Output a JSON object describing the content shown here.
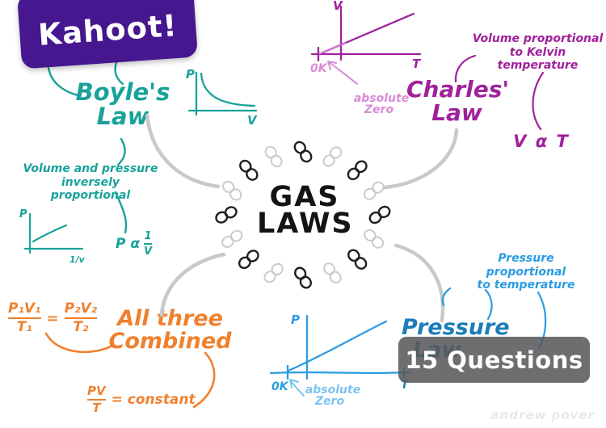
{
  "kahoot_logo": {
    "text": "Kahoot!",
    "bg_color": "#46178f",
    "text_color": "#ffffff"
  },
  "question_badge": {
    "label": "15 Questions",
    "bg_color": "#58585b",
    "text_color": "#ffffff"
  },
  "watermark": {
    "text": "andrew pover",
    "color": "#e8e8e8"
  },
  "center": {
    "title_line1": "GAS",
    "title_line2": "LAWS",
    "text_color": "#141414",
    "molecules": {
      "count": 16,
      "colors": [
        "#1f1f1f",
        "#cbcbcb"
      ]
    }
  },
  "boyles": {
    "color": "#18a29a",
    "title_line1": "Boyle's",
    "title_line2": "Law",
    "note_line1": "Volume and pressure",
    "note_line2": "inversely proportional",
    "pv_graph": {
      "ylabel": "P",
      "xlabel": "V"
    },
    "linear_graph": {
      "ylabel": "P",
      "xlabel": "1/v"
    },
    "formula": {
      "lhs": "P α",
      "numerator": "1",
      "denominator": "V"
    }
  },
  "charles": {
    "color": "#a0219c",
    "accent_color": "#d88cd4",
    "title_line1": "Charles'",
    "title_line2": "Law",
    "note_line1": "Volume proportional",
    "note_line2": "to Kelvin temperature",
    "formula": "V α T",
    "graph": {
      "ylabel": "V",
      "xlabel": "T",
      "origin_label": "0K",
      "annotation_line1": "absolute",
      "annotation_line2": "Zero"
    }
  },
  "combined": {
    "color": "#f0802e",
    "title_line1": "All three",
    "title_line2": "Combined",
    "ratio_formula": {
      "num1": "P₁V₁",
      "den1": "T₁",
      "equals": "=",
      "num2": "P₂V₂",
      "den2": "T₂"
    },
    "constant_formula": {
      "numerator": "PV",
      "denominator": "T",
      "rest": "= constant"
    }
  },
  "pressure": {
    "color": "#1b7db9",
    "line_color": "#2b9ce1",
    "accent_color": "#7cc3ef",
    "title_line1": "Pressure",
    "title_line2": "Law",
    "note_line1": "Pressure proportional",
    "note_line2": "to temperature",
    "graph": {
      "ylabel": "P",
      "xlabel": "T",
      "origin_label": "0K",
      "annotation_line1": "absolute",
      "annotation_line2": "Zero"
    }
  }
}
